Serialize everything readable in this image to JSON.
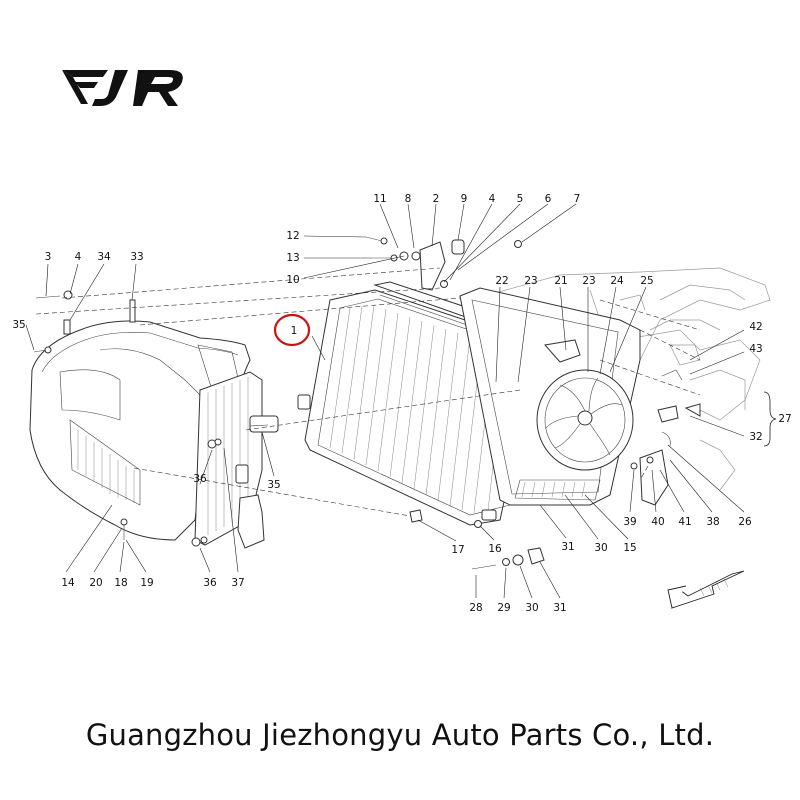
{
  "brand": {
    "logo_text": "EJR"
  },
  "company_name": "Guangzhou Jiezhongyu Auto Parts Co., Ltd.",
  "highlight": {
    "part": "1",
    "color": "#cc1111"
  },
  "callouts": [
    {
      "id": "c-11",
      "label": "11"
    },
    {
      "id": "c-8",
      "label": "8"
    },
    {
      "id": "c-2",
      "label": "2"
    },
    {
      "id": "c-9",
      "label": "9"
    },
    {
      "id": "c-4a",
      "label": "4"
    },
    {
      "id": "c-5",
      "label": "5"
    },
    {
      "id": "c-6",
      "label": "6"
    },
    {
      "id": "c-7",
      "label": "7"
    },
    {
      "id": "c-12",
      "label": "12"
    },
    {
      "id": "c-13",
      "label": "13"
    },
    {
      "id": "c-10",
      "label": "10"
    },
    {
      "id": "c-3",
      "label": "3"
    },
    {
      "id": "c-4b",
      "label": "4"
    },
    {
      "id": "c-34",
      "label": "34"
    },
    {
      "id": "c-33",
      "label": "33"
    },
    {
      "id": "c-35a",
      "label": "35"
    },
    {
      "id": "c-1",
      "label": "1"
    },
    {
      "id": "c-22",
      "label": "22"
    },
    {
      "id": "c-23a",
      "label": "23"
    },
    {
      "id": "c-21",
      "label": "21"
    },
    {
      "id": "c-23b",
      "label": "23"
    },
    {
      "id": "c-24",
      "label": "24"
    },
    {
      "id": "c-25",
      "label": "25"
    },
    {
      "id": "c-42",
      "label": "42"
    },
    {
      "id": "c-43",
      "label": "43"
    },
    {
      "id": "c-27",
      "label": "27"
    },
    {
      "id": "c-32",
      "label": "32"
    },
    {
      "id": "c-36a",
      "label": "36"
    },
    {
      "id": "c-35b",
      "label": "35"
    },
    {
      "id": "c-17",
      "label": "17"
    },
    {
      "id": "c-16",
      "label": "16"
    },
    {
      "id": "c-31a",
      "label": "31"
    },
    {
      "id": "c-30a",
      "label": "30"
    },
    {
      "id": "c-15",
      "label": "15"
    },
    {
      "id": "c-39",
      "label": "39"
    },
    {
      "id": "c-40",
      "label": "40"
    },
    {
      "id": "c-41",
      "label": "41"
    },
    {
      "id": "c-38",
      "label": "38"
    },
    {
      "id": "c-26",
      "label": "26"
    },
    {
      "id": "c-14",
      "label": "14"
    },
    {
      "id": "c-20",
      "label": "20"
    },
    {
      "id": "c-18",
      "label": "18"
    },
    {
      "id": "c-19",
      "label": "19"
    },
    {
      "id": "c-36b",
      "label": "36"
    },
    {
      "id": "c-37",
      "label": "37"
    },
    {
      "id": "c-28",
      "label": "28"
    },
    {
      "id": "c-29",
      "label": "29"
    },
    {
      "id": "c-30b",
      "label": "30"
    },
    {
      "id": "c-31b",
      "label": "31"
    }
  ]
}
